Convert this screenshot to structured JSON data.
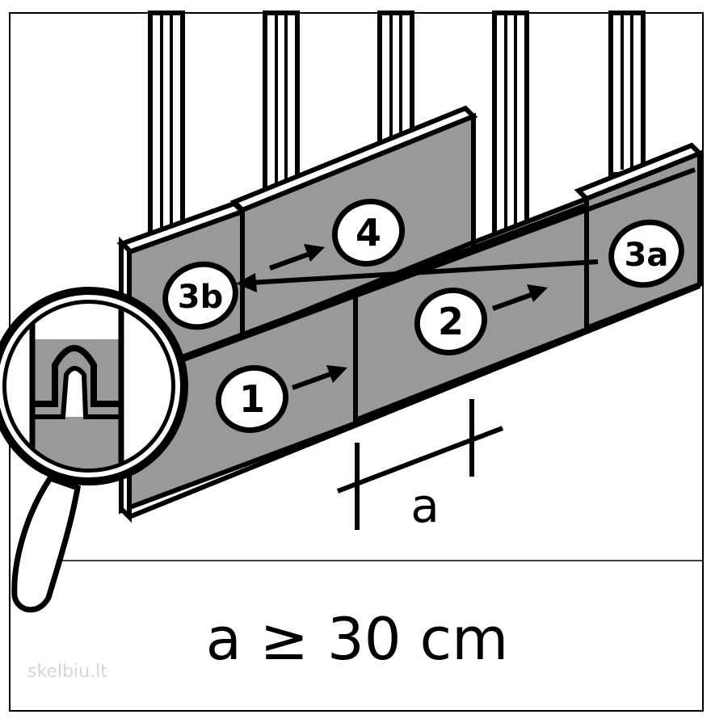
{
  "diagram": {
    "steps": {
      "one": "1",
      "two": "2",
      "three_a": "3a",
      "three_b": "3b",
      "four": "4"
    },
    "dimension_label": "a",
    "formula": "a ≥ 30 cm",
    "watermark": "skelbiu.lt"
  },
  "colors": {
    "panel": "#9a9898",
    "panel_edge": "#ffffff",
    "ink": "#000000",
    "background": "#ffffff"
  }
}
